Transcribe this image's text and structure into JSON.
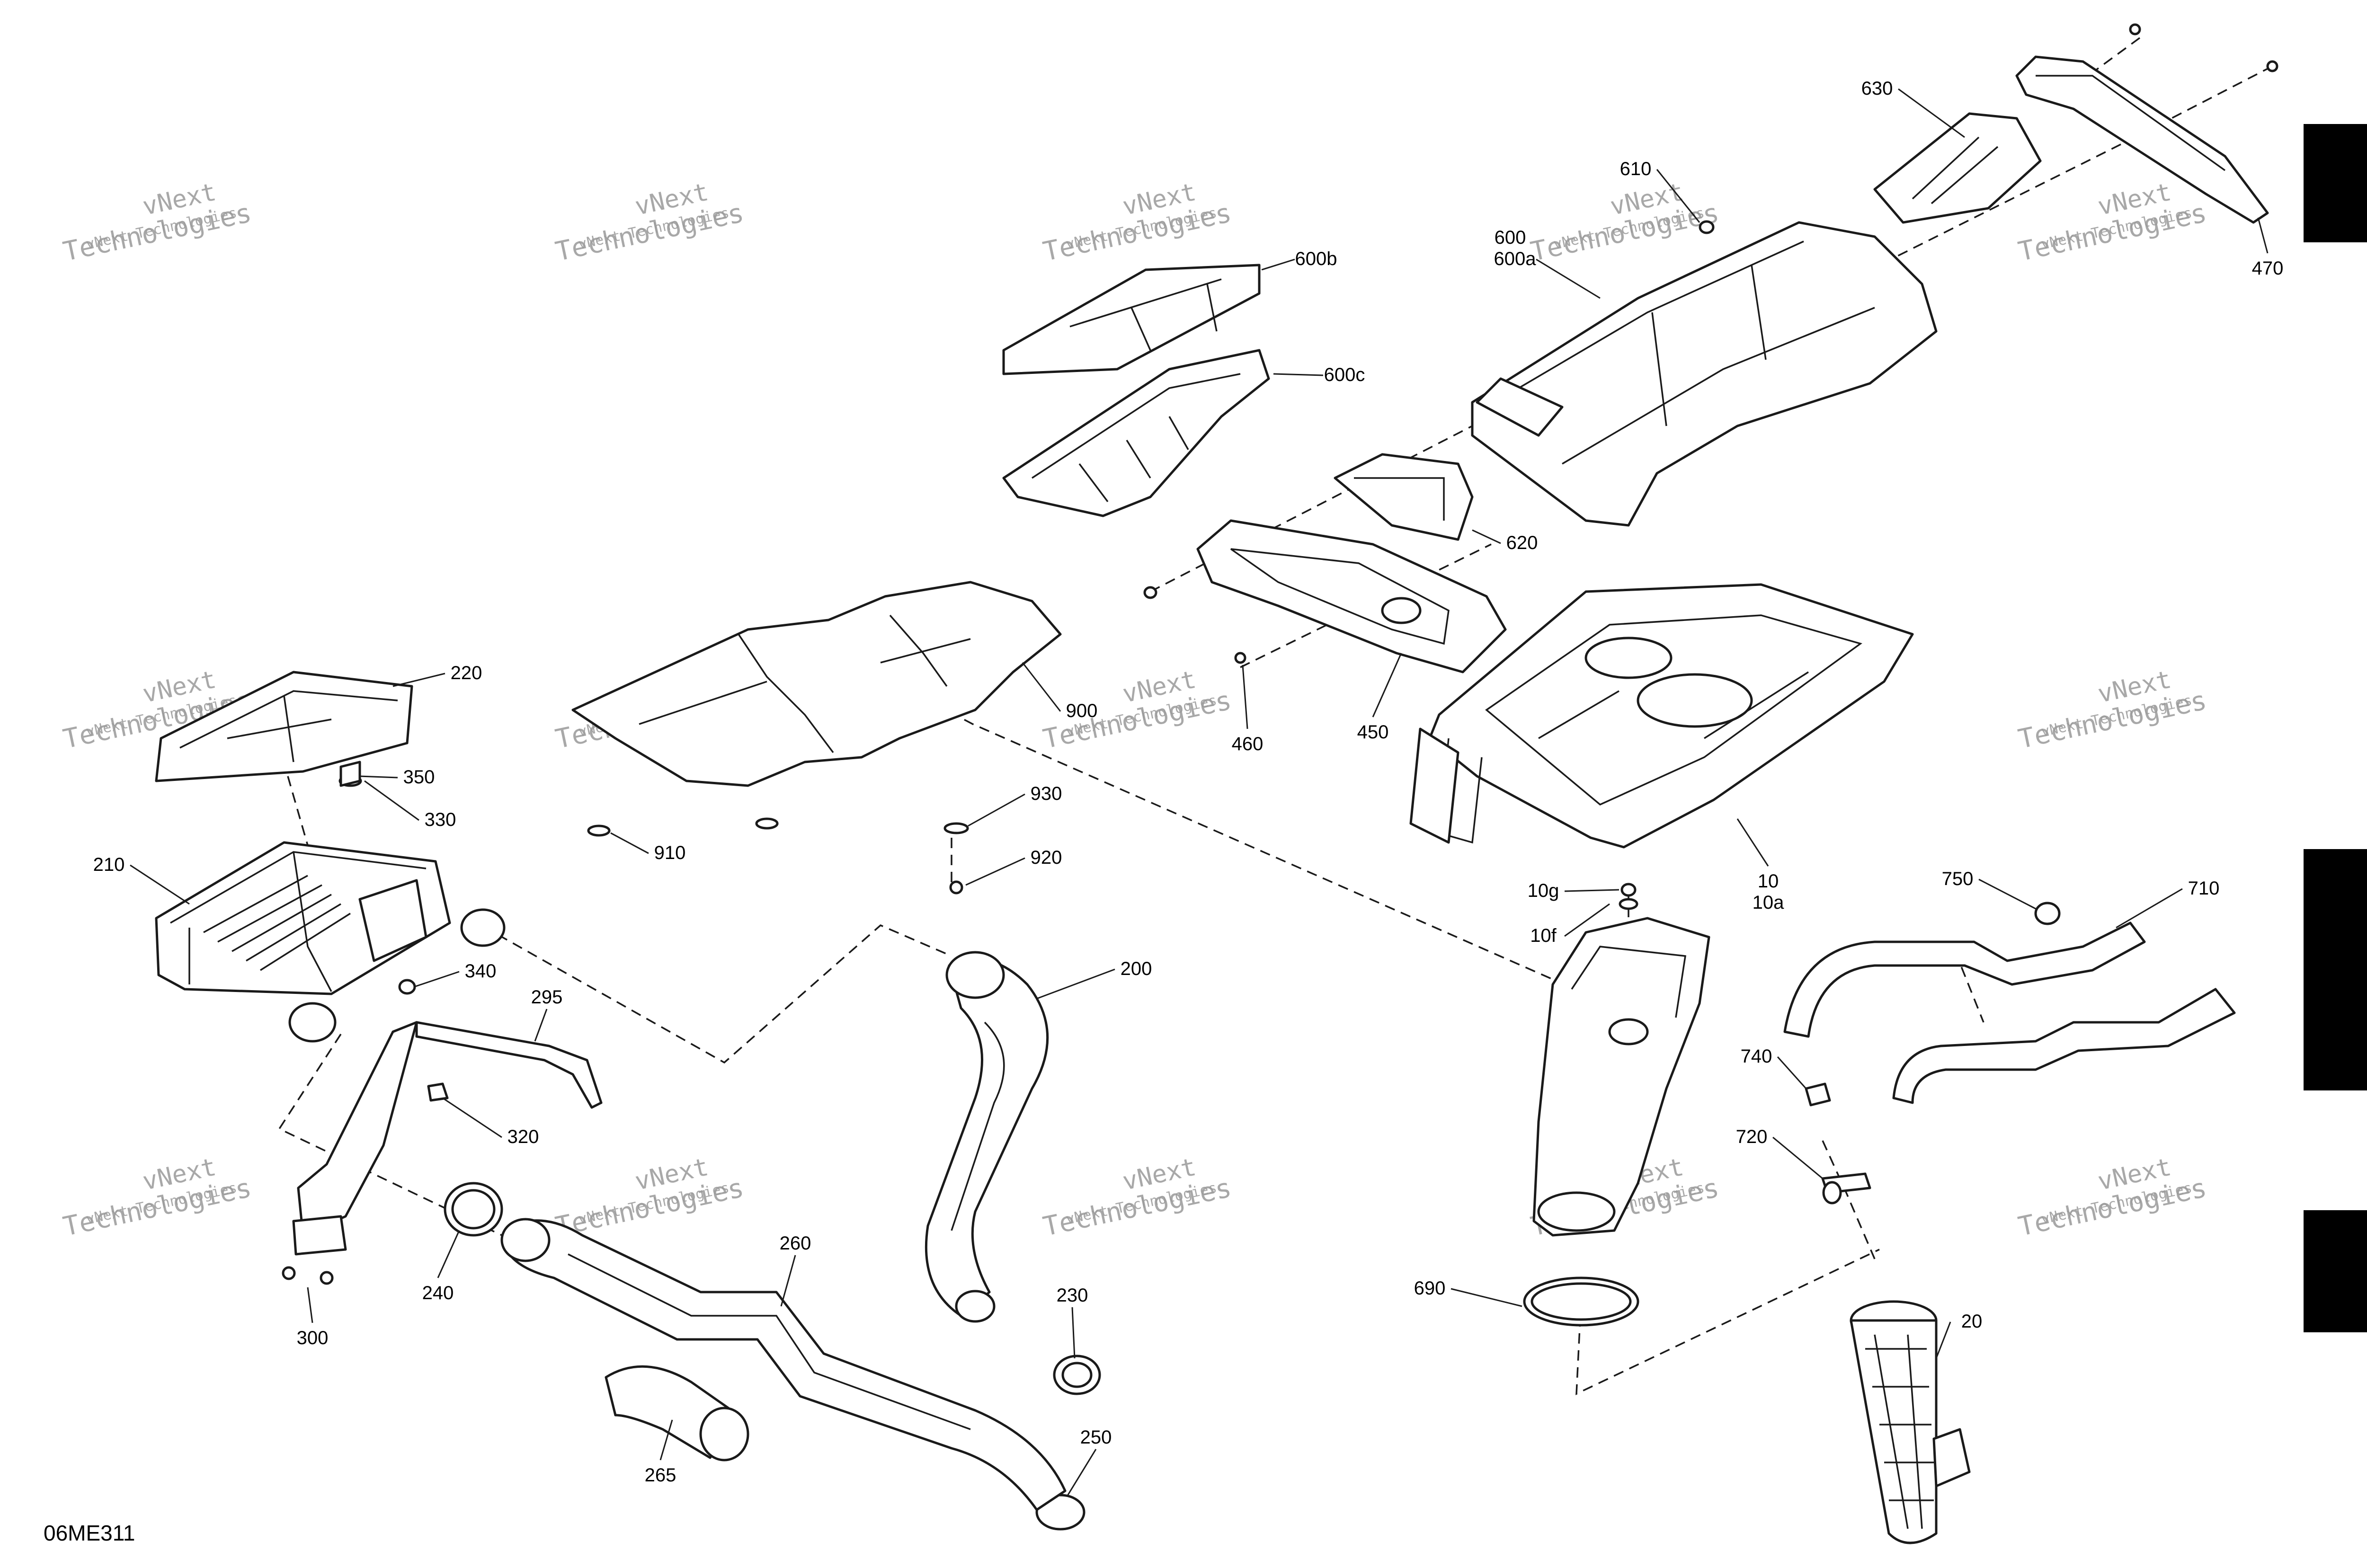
{
  "diagram": {
    "code": "06ME311",
    "watermark_lines": [
      "vNext",
      "Technologies",
      "vNext Technologies"
    ],
    "callouts": [
      "10",
      "10a",
      "10f",
      "10g",
      "20",
      "200",
      "210",
      "220",
      "230",
      "240",
      "250",
      "260",
      "265",
      "295",
      "300",
      "320",
      "330",
      "340",
      "350",
      "450",
      "460",
      "470",
      "600",
      "600a",
      "600b",
      "600c",
      "610",
      "620",
      "630",
      "690",
      "710",
      "720",
      "740",
      "750",
      "900",
      "910",
      "920",
      "930"
    ]
  },
  "colors": {
    "ink": "#1a1a1a",
    "watermark": "#9a9a9a",
    "tab": "#000000"
  }
}
